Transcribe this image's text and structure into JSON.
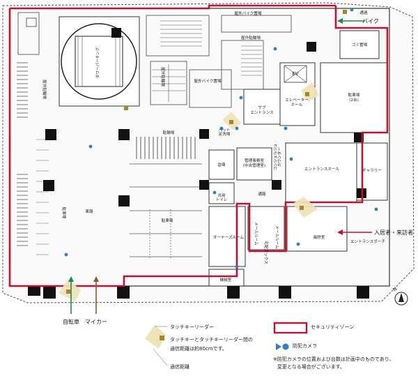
{
  "rooms": {
    "outdoor_bike_top": "屋外バイク置場",
    "outdoor_parking_top": "屋外駐輪場",
    "tower_parking": "タワーパーキング",
    "outdoor_bike_mid": "屋外バイク置場",
    "outdoor_bike_left": "屋外駐輪場",
    "outdoor_parking_left": "屋外駐輪場",
    "bike_rack": "駐輪場",
    "bike_parking_mid": "駐車場",
    "car_parking": "車路",
    "parking_left": "駐車場",
    "ev": "EV",
    "elevator_hall": "エレベーター\nホール",
    "sub_entrance": "サブ\nエントランス",
    "garbage": "ゴミ置場",
    "parking_right": "駐車場\n(2台)",
    "pet_wash": "ペット\n足洗場",
    "storage": "倉庫",
    "management": "管理事務室\n(中央管理室)",
    "concierge": "コンシェルジュ\nカウンター",
    "entrance_hall": "エントランスホール",
    "gallery": "ギャラリー",
    "toilet": "共用\nトイレ",
    "passage": "通路",
    "owners_room": "オーナーズルーム",
    "mail_room": "メールルーム",
    "mail_room2": "メールルーム",
    "delivery_box": "宅配ボックス",
    "wind_room": "風除室",
    "entrance_porch": "エントランスポーチ",
    "machine_room": "機械室",
    "passage_top": "通過"
  },
  "arrows": {
    "bike_top": "バイク",
    "residents": "入居者・来訪者",
    "bicycle": "自転車",
    "my_car": "マイカー"
  },
  "legend": {
    "touch_reader": "タッチキーリーダー",
    "touch_desc_1": "タッチキーとタッチキーリーダー間の",
    "touch_desc_2": "通信距離は約80cmです。",
    "comm_distance": "通信距離",
    "security_zone": "セキュリティゾーン",
    "camera": "防犯カメラ",
    "note_1": "※防犯カメラの位置および台数は計画中のものであり、",
    "note_2": "変更となる場合がございます。"
  },
  "compass": "N",
  "colors": {
    "security": "#c8102e",
    "arrow_green": "#1f8a4c",
    "arrow_brown": "#8a5a2b",
    "camera_blue": "#2f7fc8",
    "reader_gold": "#a08a28",
    "beam": "#efe3b8"
  }
}
